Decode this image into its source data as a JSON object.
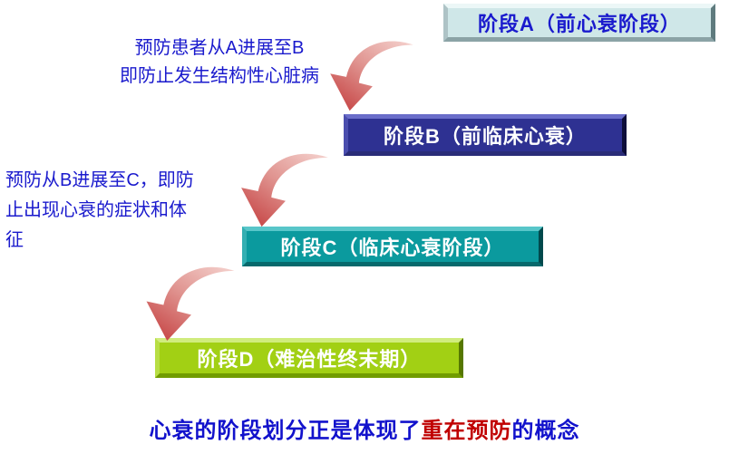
{
  "stages": [
    {
      "id": "A",
      "label": "阶段A（前心衰阶段）",
      "fill": "#cfe7e8",
      "text_color": "#1a1acd"
    },
    {
      "id": "B",
      "label": "阶段B（前临床心衰）",
      "fill": "#2e3192",
      "text_color": "#ffffff"
    },
    {
      "id": "C",
      "label": "阶段C（临床心衰阶段）",
      "fill": "#0b9a9e",
      "text_color": "#ffffff"
    },
    {
      "id": "D",
      "label": "阶段D（难治性终末期）",
      "fill": "#a2d014",
      "text_color": "#ffffff"
    }
  ],
  "annotations": [
    {
      "color": "#1a1acd",
      "lines": [
        "预防患者从A进展至B",
        "即防止发生结构性心脏病"
      ]
    },
    {
      "color": "#1a1acd",
      "lines": [
        "预防从B进展至C，即防",
        "止出现心衰的症状和体",
        "征"
      ]
    }
  ],
  "caption": {
    "segments": [
      {
        "text": "心衰的阶段划分正是体现了",
        "color": "#1212cc"
      },
      {
        "text": "重在预防",
        "color": "#c00000"
      },
      {
        "text": "的概念",
        "color": "#1212cc"
      }
    ]
  },
  "arrow": {
    "meaning": "progression-to-next-stage",
    "gradient_start": "#f5d3cf",
    "gradient_end": "#c64545"
  }
}
